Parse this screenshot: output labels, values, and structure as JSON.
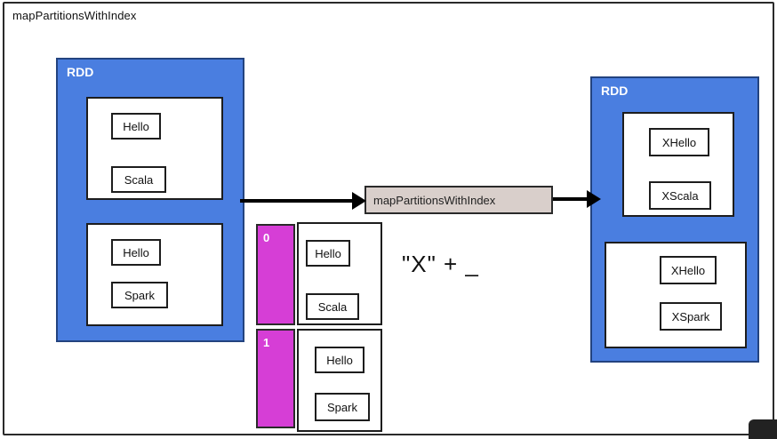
{
  "title": "mapPartitionsWithIndex",
  "left_rdd": {
    "label": "RDD",
    "partitions": [
      {
        "items": [
          "Hello",
          "Scala"
        ]
      },
      {
        "items": [
          "Hello",
          "Spark"
        ]
      }
    ]
  },
  "index_partitions": [
    {
      "index": "0",
      "items": [
        "Hello",
        "Scala"
      ]
    },
    {
      "index": "1",
      "items": [
        "Hello",
        "Spark"
      ]
    }
  ],
  "operation": {
    "label": "mapPartitionsWithIndex"
  },
  "function_text": "\"X\" + _",
  "right_rdd": {
    "label": "RDD",
    "partitions": [
      {
        "items": [
          "XHello",
          "XScala"
        ]
      },
      {
        "items": [
          "XHello",
          "XSpark"
        ]
      }
    ]
  },
  "colors": {
    "rdd_blue": "#4a7ee0",
    "index_magenta": "#d63ed6",
    "operation_box": "#d9cfcb"
  }
}
